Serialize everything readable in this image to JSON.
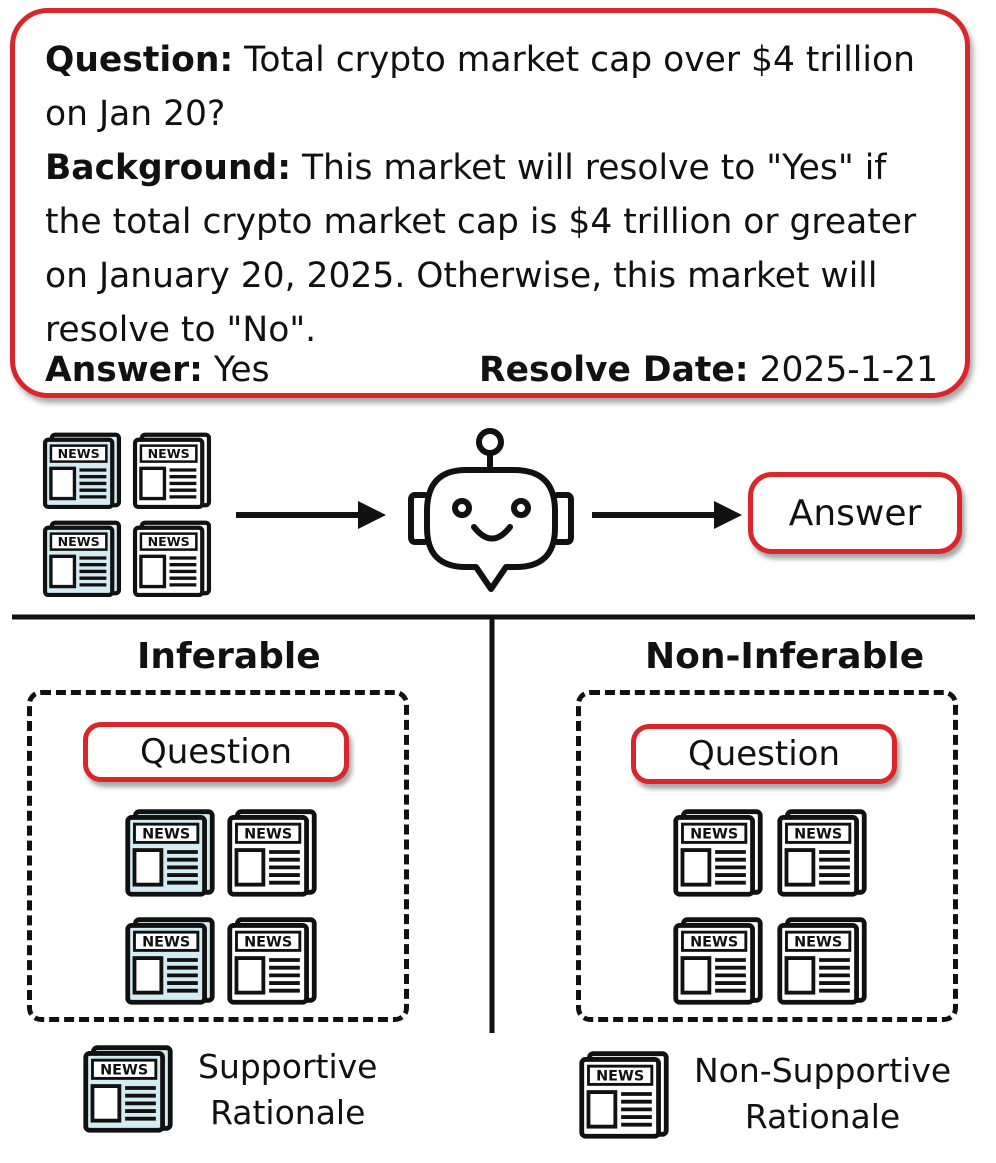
{
  "question_card": {
    "question_label": "Question:",
    "question_text": " Total crypto market cap over $4 trillion on Jan 20?",
    "background_label": "Background:",
    "background_text": " This market will resolve to \"Yes\" if the total crypto market cap is $4 trillion or greater on January 20, 2025. Otherwise, this market will resolve to \"No\".",
    "answer_label": "Answer:",
    "answer_value": " Yes",
    "resolve_label": "Resolve Date:",
    "resolve_value": " 2025-1-21"
  },
  "pipeline": {
    "output_label": "Answer"
  },
  "sections": {
    "inferable": {
      "title": "Inferable",
      "question_label": "Question"
    },
    "non_inferable": {
      "title": "Non-Inferable",
      "question_label": "Question"
    }
  },
  "legend": {
    "supportive_line1": "Supportive",
    "supportive_line2": "Rationale",
    "non_supportive_line1": "Non-Supportive",
    "non_supportive_line2": "Rationale"
  },
  "icon_text": "NEWS",
  "colors": {
    "accent_red": "#d9262b",
    "supportive_fill": "#d3ecf3",
    "ink": "#111111"
  }
}
